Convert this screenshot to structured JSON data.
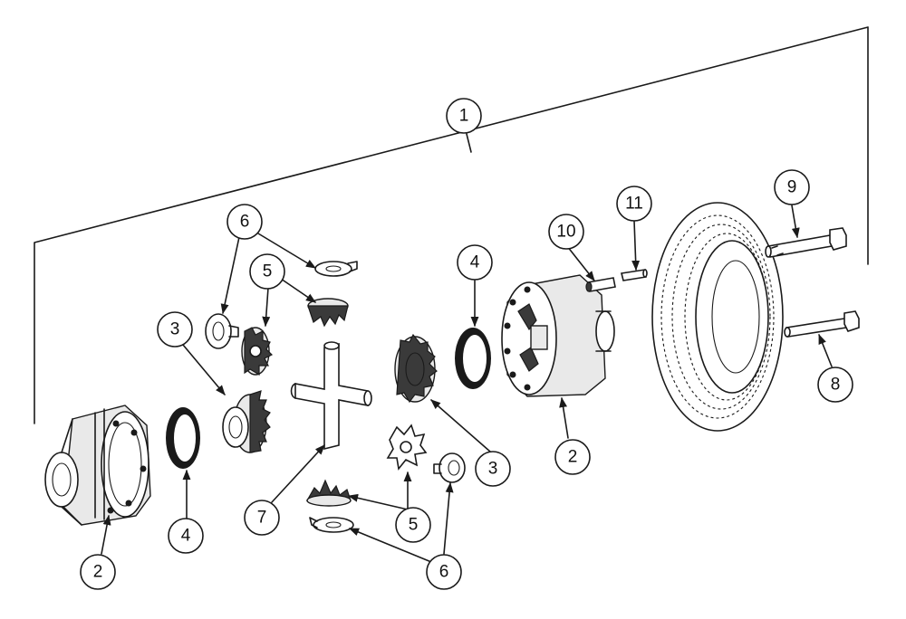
{
  "callouts": {
    "c1": "1",
    "c2_left": "2",
    "c2_right": "2",
    "c3_left": "3",
    "c3_right": "3",
    "c4_left": "4",
    "c4_right": "4",
    "c5_upper": "5",
    "c5_lower": "5",
    "c6_upper": "6",
    "c6_lower": "6",
    "c7": "7",
    "c8": "8",
    "c9": "9",
    "c10": "10",
    "c11": "11"
  }
}
